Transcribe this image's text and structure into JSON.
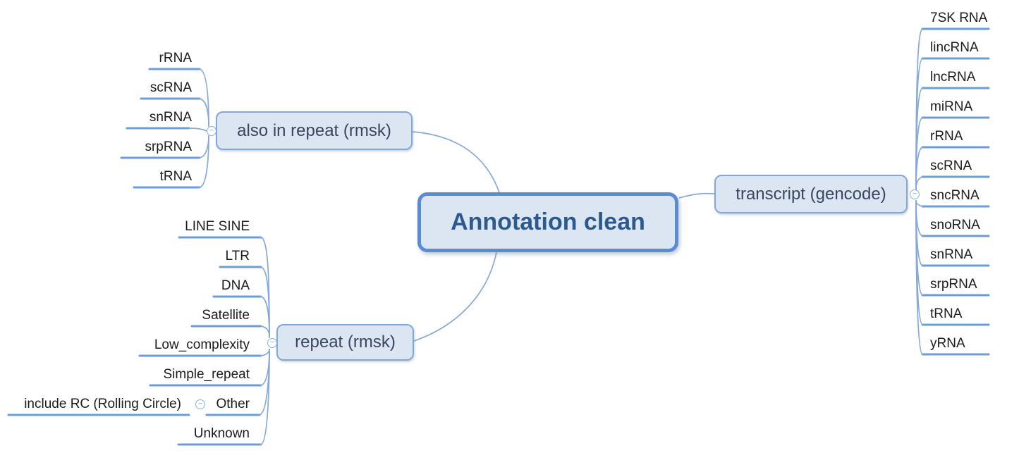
{
  "root": {
    "label": "Annotation clean"
  },
  "branches": {
    "also_in_repeat": {
      "label": "also in repeat (rmsk)",
      "children": [
        "rRNA",
        "scRNA",
        "snRNA",
        "srpRNA",
        "tRNA"
      ]
    },
    "transcript": {
      "label": "transcript (gencode)",
      "children": [
        "7SK RNA",
        "lincRNA",
        "lncRNA",
        "miRNA",
        "rRNA",
        "scRNA",
        "sncRNA",
        "snoRNA",
        "snRNA",
        "srpRNA",
        "tRNA",
        "yRNA"
      ]
    },
    "repeat": {
      "label": "repeat (rmsk)",
      "children": [
        "LINE SINE",
        "LTR",
        "DNA",
        "Satellite",
        "Low_complexity",
        "Simple_repeat",
        "Other",
        "Unknown"
      ],
      "other_children": [
        "include RC (Rolling Circle)"
      ]
    }
  },
  "ui": {
    "toggle_symbol": "−"
  },
  "colors": {
    "node_fill": "#dce6f3",
    "root_border": "#5b8bd3",
    "branch_border": "#82a7d9",
    "root_text": "#2d5a8e",
    "branch_text": "#39465e",
    "leaf_text": "#1b1b1b",
    "connector": "#86a9da",
    "underline": "#6c9cd9"
  }
}
